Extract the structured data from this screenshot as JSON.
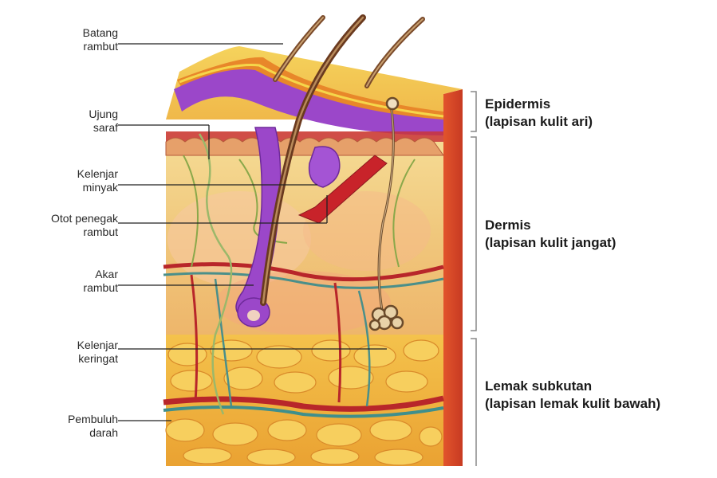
{
  "labels": {
    "batang_rambut": [
      "Batang",
      "rambut"
    ],
    "ujung_saraf": [
      "Ujung",
      "saraf"
    ],
    "kelenjar_minyak": [
      "Kelenjar",
      "minyak"
    ],
    "otot_penegak": [
      "Otot penegak",
      "rambut"
    ],
    "akar_rambut": [
      "Akar",
      "rambut"
    ],
    "kelenjar_keringat": [
      "Kelenjar",
      "keringat"
    ],
    "pembuluh_darah": [
      "Pembuluh",
      "darah"
    ]
  },
  "sections": {
    "epidermis": [
      "Epidermis",
      "(lapisan kulit ari)"
    ],
    "dermis": [
      "Dermis",
      "(lapisan kulit jangat)"
    ],
    "lemak": [
      "Lemak subkutan",
      "(lapisan lemak kulit bawah)"
    ]
  },
  "colors": {
    "epidermis_top": "#e8872a",
    "epidermis_purple": "#9b47c9",
    "dermis": "#f3d58a",
    "fat": "#f2b23a",
    "vessel_red": "#b8262a",
    "vessel_teal": "#3f8f8c",
    "hair": "#7a4a2a"
  }
}
